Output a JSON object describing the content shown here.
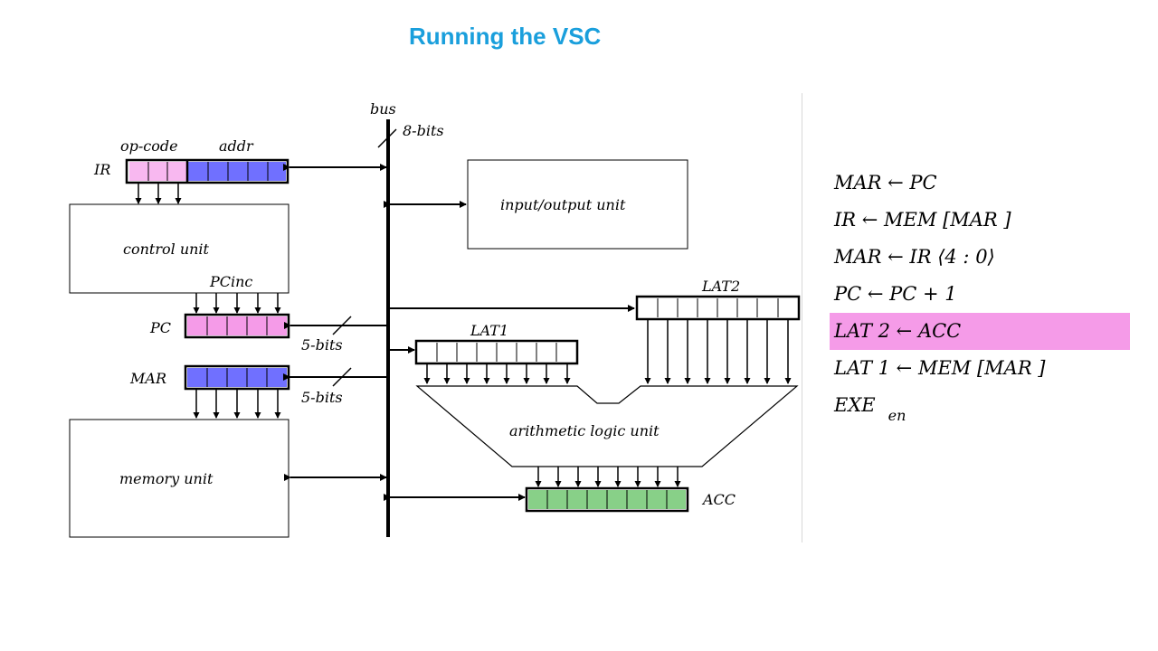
{
  "header": {
    "title": "Running the VSC"
  },
  "diagram": {
    "bus_label": "bus",
    "bus_width_label": "8-bits",
    "opcode_label": "op-code",
    "addr_label": "addr",
    "ir_label": "IR",
    "control_unit_label": "control unit",
    "pcinc_label": "PCinc",
    "pc_label": "PC",
    "pc_bus_label": "5-bits",
    "mar_label": "MAR",
    "mar_bus_label": "5-bits",
    "memory_unit_label": "memory unit",
    "io_unit_label": "input/output unit",
    "lat1_label": "LAT1",
    "lat2_label": "LAT2",
    "alu_label": "arithmetic logic unit",
    "acc_label": "ACC",
    "colors": {
      "opcode_fill": "#f8b8f0",
      "addr_fill": "#7070ff",
      "pc_fill": "#f59be8",
      "mar_fill": "#7070ff",
      "acc_fill": "#88d088"
    }
  },
  "steps": [
    {
      "text": "MAR   ←  PC",
      "sub": ""
    },
    {
      "text": "IR  ←  MEM  [MAR ]",
      "sub": ""
    },
    {
      "text": "MAR   ←  IR ⟨4 : 0⟩",
      "sub": ""
    },
    {
      "text": "PC  ←  PC  + 1",
      "sub": ""
    },
    {
      "text": "LAT  2 ←  ACC",
      "sub": "",
      "highlighted": true
    },
    {
      "text": "LAT  1 ← MEM   [MAR  ]",
      "sub": ""
    },
    {
      "text": "EXE",
      "sub": "en"
    }
  ]
}
